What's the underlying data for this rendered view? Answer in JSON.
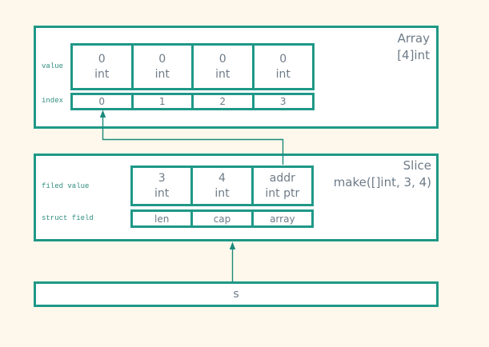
{
  "colors": {
    "background": "#fdf8eb",
    "border_teal": "#1f9887",
    "text_grey": "#6e7b87",
    "label_teal": "#2f8d7f",
    "connector_teal": "#1b8a7b"
  },
  "array_box": {
    "title": [
      "Array",
      "[4]int"
    ],
    "row_labels": [
      "value",
      "index"
    ],
    "value_cells": [
      {
        "value": "0",
        "type": "int"
      },
      {
        "value": "0",
        "type": "int"
      },
      {
        "value": "0",
        "type": "int"
      },
      {
        "value": "0",
        "type": "int"
      }
    ],
    "index_cells": [
      "0",
      "1",
      "2",
      "3"
    ]
  },
  "slice_box": {
    "title": [
      "Slice",
      "make([]int, 3, 4)"
    ],
    "row_labels": [
      "filed value",
      "struct field"
    ],
    "value_cells": [
      {
        "value": "3",
        "type": "int"
      },
      {
        "value": "4",
        "type": "int"
      },
      {
        "value": "addr",
        "type": "int ptr"
      }
    ],
    "field_cells": [
      "len",
      "cap",
      "array"
    ]
  },
  "s_box": {
    "label": "s"
  }
}
